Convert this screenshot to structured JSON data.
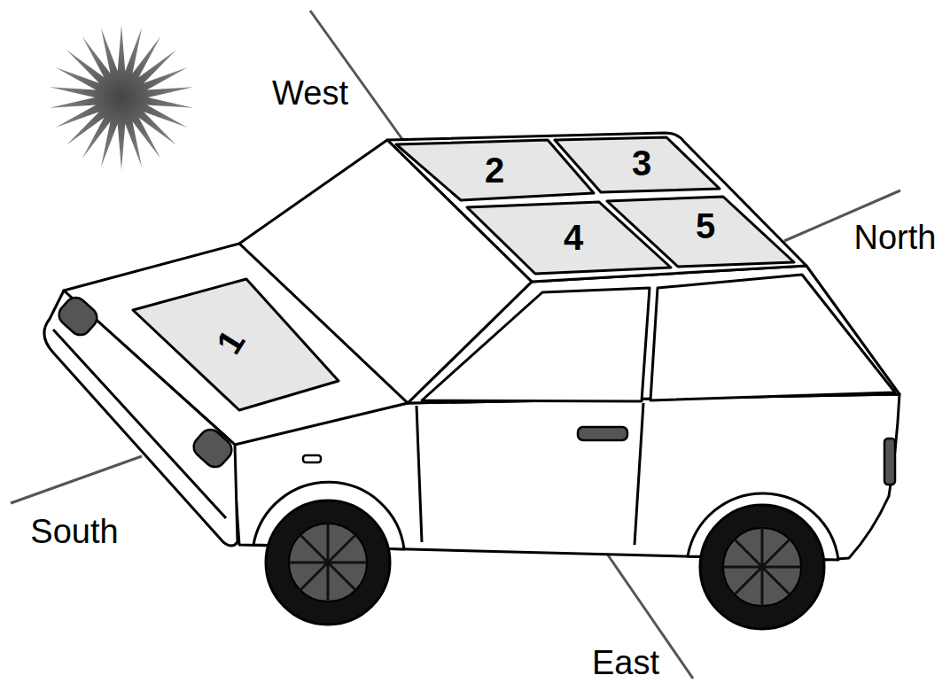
{
  "diagram": {
    "labels": [
      "West",
      "2",
      "3",
      "North",
      "4",
      "5",
      "1",
      "South",
      "East"
    ]
  }
}
